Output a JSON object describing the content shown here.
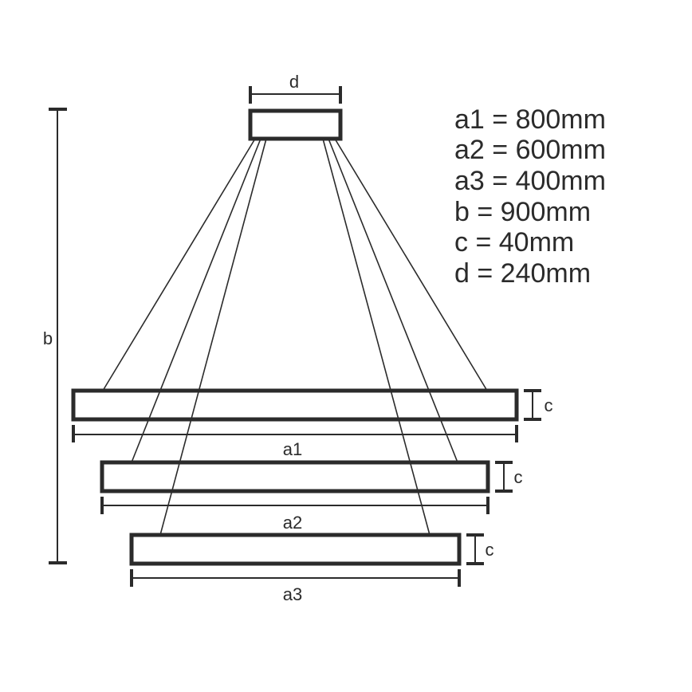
{
  "colors": {
    "background": "#ffffff",
    "ink": "#2b2b2b"
  },
  "dimension_labels": {
    "d": "d",
    "b": "b",
    "a1": "a1",
    "a2": "a2",
    "a3": "a3",
    "c1": "c",
    "c2": "c",
    "c3": "c"
  },
  "specs": [
    {
      "key": "a1",
      "text": "a1 = 800mm"
    },
    {
      "key": "a2",
      "text": "a2 = 600mm"
    },
    {
      "key": "a3",
      "text": "a3 = 400mm"
    },
    {
      "key": "b",
      "text": "b = 900mm"
    },
    {
      "key": "c",
      "text": "c = 40mm"
    },
    {
      "key": "d",
      "text": "d = 240mm"
    }
  ],
  "parts": {
    "canopy": "ceiling canopy",
    "rings": [
      "ring a1",
      "ring a2",
      "ring a3"
    ],
    "cables": 6
  }
}
